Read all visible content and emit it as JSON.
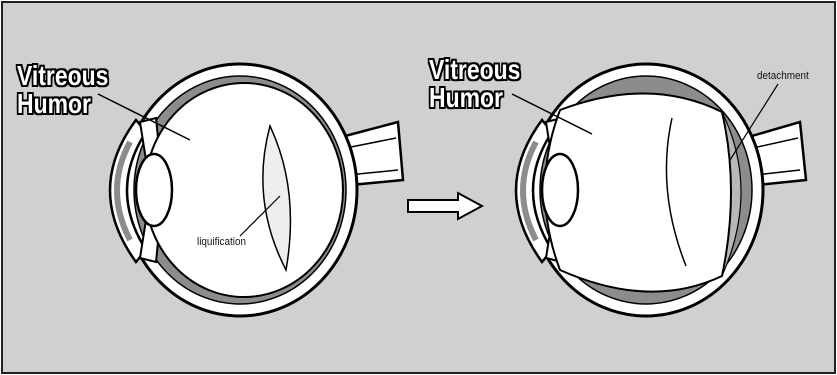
{
  "left_diagram": {
    "title_line1": "Vitreous",
    "title_line2": "Humor",
    "callout": "liquification"
  },
  "right_diagram": {
    "title_line1": "Vitreous",
    "title_line2": "Humor",
    "callout": "detachment"
  },
  "colors": {
    "background": "#d0d0d0",
    "vitreous": "#ffffff",
    "sclera_band": "#8c8c8c",
    "outline": "#000000"
  }
}
